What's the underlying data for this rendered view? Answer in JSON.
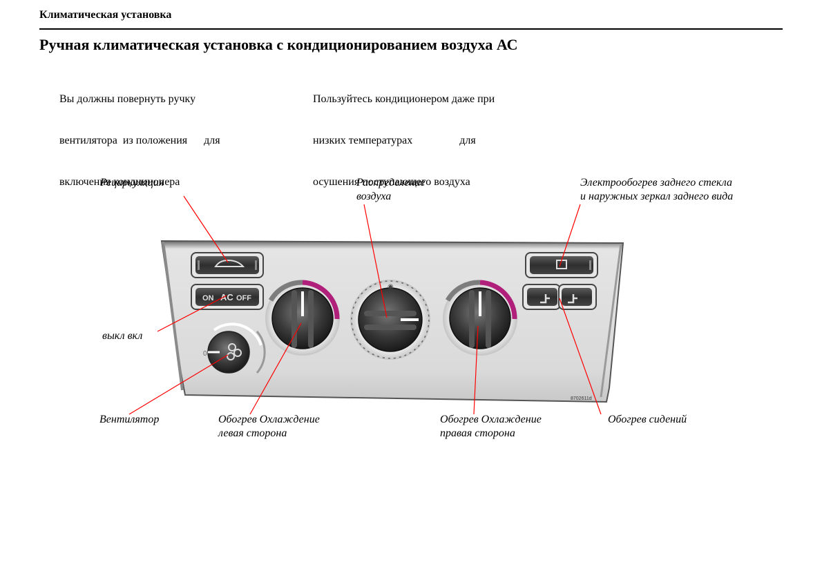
{
  "header": {
    "section": "Климатическая установка"
  },
  "title": "Ручная климатическая установка с кондиционированием воздуха  АС",
  "paragraphs": {
    "left": [
      "Вы должны повернуть ручку",
      "вентилятора  из положения      для",
      "включения кондиционера"
    ],
    "right": [
      "Пользуйтесь кондиционером даже при",
      "низких температурах                 для",
      "осушения поступающего воздуха"
    ]
  },
  "labels": {
    "recirculation": "Рециркуляция",
    "air_distribution": [
      "Распределение",
      "воздуха"
    ],
    "rear_defrost": [
      "Электрообогрев заднего стекла",
      "и наружных зеркал заднего вида"
    ],
    "ac_off_on": "выкл вкл",
    "fan": "Вентилятор",
    "left_temp": [
      "Обогрев Охлаждение",
      "левая сторона"
    ],
    "right_temp": [
      "Обогрев Охлаждение",
      "правая сторона"
    ],
    "seat_heating": "Обогрев сидений"
  },
  "panel": {
    "ac_button": {
      "on": "ON",
      "ac": "AC",
      "off": "OFF"
    },
    "part_code": "8702611d"
  },
  "colors": {
    "leader_line": "#ff0000",
    "panel": "#d8d8d8",
    "knob": "#3a3a3a",
    "heat_arc": "#b0207a"
  }
}
